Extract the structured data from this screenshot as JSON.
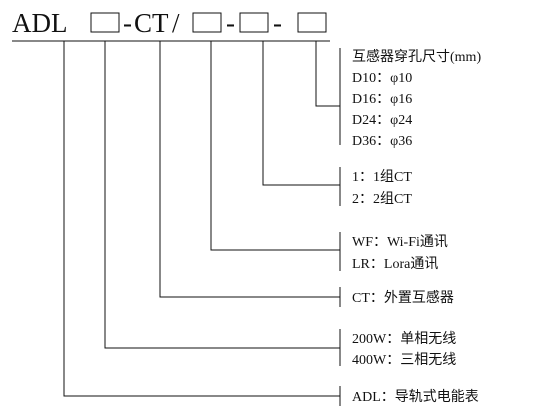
{
  "code": {
    "prefix": "ADL",
    "dash1": "-",
    "ct": "CT",
    "slash": "/",
    "dash2": "-",
    "dash3": "-"
  },
  "groups": {
    "ct_size": {
      "title": "互感器穿孔尺寸(mm)",
      "options": [
        "D10：φ10",
        "D16：φ16",
        "D24：φ24",
        "D36：φ36"
      ]
    },
    "ct_count": {
      "options": [
        "1：1组CT",
        "2：2组CT"
      ]
    },
    "comm": {
      "options": [
        "WF：Wi-Fi通讯",
        "LR：Lora通讯"
      ]
    },
    "ct_type": {
      "options": [
        "CT：外置互感器"
      ]
    },
    "phase": {
      "options": [
        "200W：单相无线",
        "400W：三相无线"
      ]
    },
    "product": {
      "options": [
        "ADL：导轨式电能表"
      ]
    }
  }
}
